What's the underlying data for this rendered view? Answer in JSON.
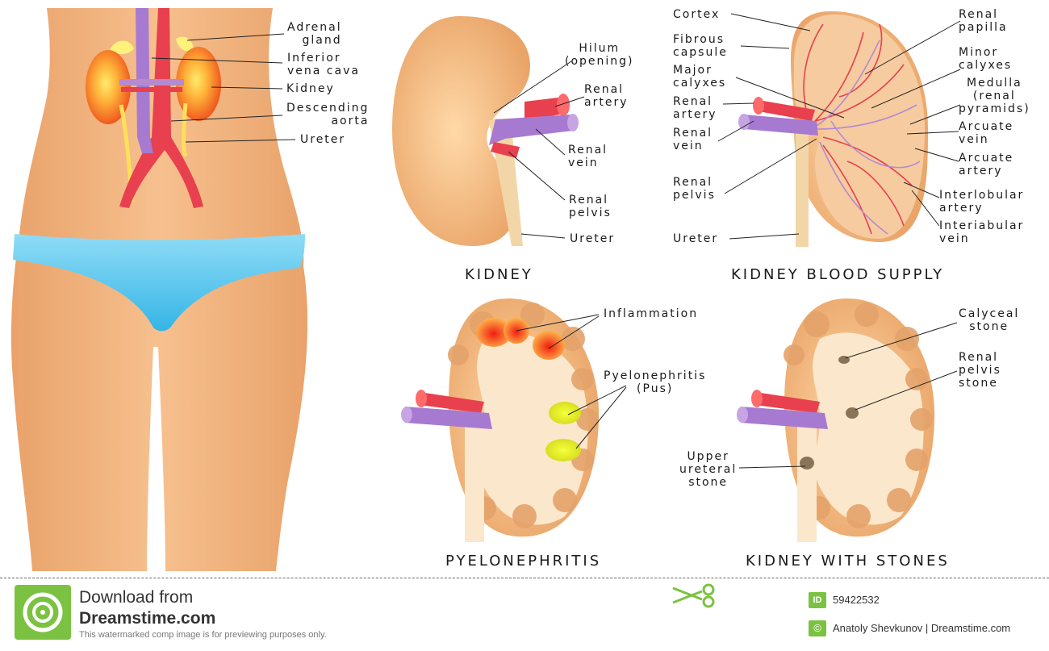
{
  "labels": {
    "adrenal_gland": "Adrenal\ngland",
    "inferior_vena_cava": "Inferior\nvena cava",
    "kidney_body": "Kidney",
    "descending_aorta": "Descending\naorta",
    "ureter_body": "Ureter",
    "hilum": "Hilum\n(opening)",
    "renal_artery_k": "Renal\nartery",
    "renal_vein_k": "Renal\nvein",
    "renal_pelvis_k": "Renal\npelvis",
    "ureter_k": "Ureter",
    "cortex": "Cortex",
    "fibrous_capsule": "Fibrous\ncapsule",
    "major_calyxes": "Major\ncalyxes",
    "renal_artery_b": "Renal\nartery",
    "renal_vein_b": "Renal\nvein",
    "renal_pelvis_b": "Renal\npelvis",
    "ureter_b": "Ureter",
    "renal_papilla": "Renal\npapilla",
    "minor_calyxes": "Minor\ncalyxes",
    "medulla": "Medulla\n(renal\npyramids)",
    "arcuate_vein": "Arcuate\nvein",
    "arcuate_artery": "Arcuate\nartery",
    "interlobular_artery": "Interlobular\nartery",
    "interlobular_vein": "Interiabular\nvein",
    "inflammation": "Inflammation",
    "pyelonephritis_pus": "Pyelonephritis\n(Pus)",
    "calyceal_stone": "Calyceal\nstone",
    "renal_pelvis_stone": "Renal\npelvis\nstone",
    "upper_ureteral_stone": "Upper\nureteral\nstone"
  },
  "titles": {
    "kidney": "KIDNEY",
    "blood_supply": "KIDNEY BLOOD SUPPLY",
    "pyelonephritis": "PYELONEPHRITIS",
    "stones": "KIDNEY WITH STONES"
  },
  "footer": {
    "download_from": "Download from",
    "site": "Dreamstime.com",
    "notice": "This watermarked comp image is for previewing purposes only.",
    "id_badge": "ID",
    "image_id": "59422532",
    "copyright_badge": "©",
    "credit": "Anatoly Shevkunov | Dreamstime.com"
  },
  "colors": {
    "skin": "#f2b27e",
    "kidney": "#f1b27f",
    "artery": "#e8404e",
    "vein": "#b58ad0",
    "briefs": "#5ec8ee",
    "adrenal": "#ffe05a",
    "inflammation": "#f03a14",
    "pus": "#e8ef1f",
    "logo_green": "#7cc242"
  }
}
